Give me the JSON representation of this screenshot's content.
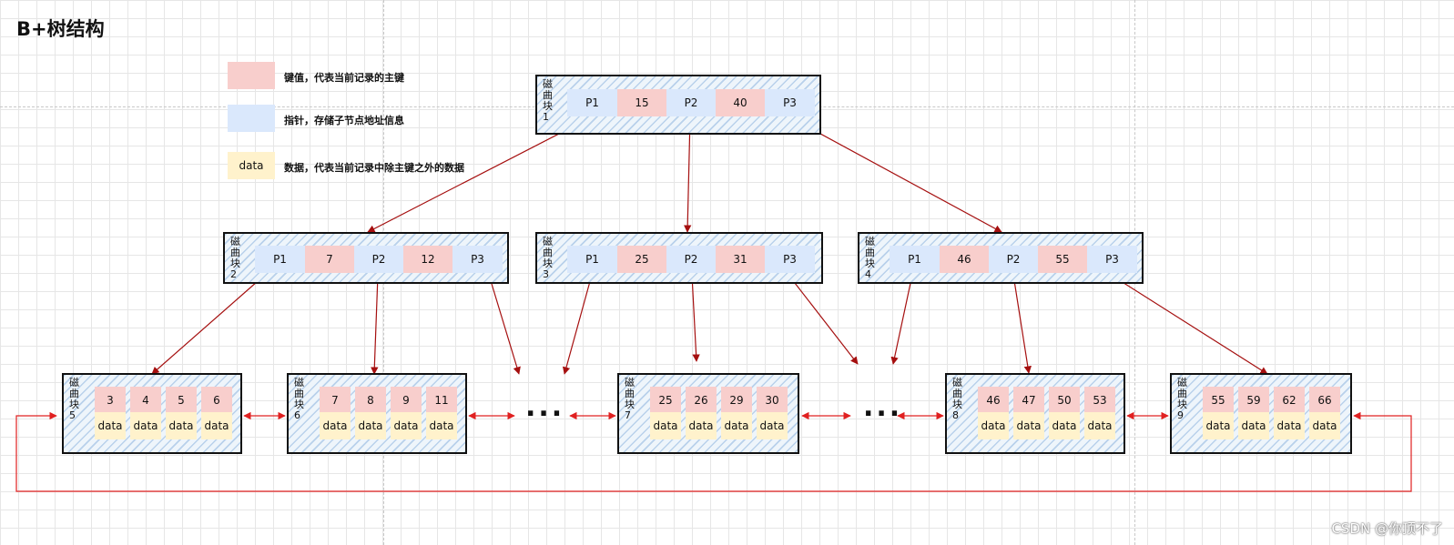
{
  "title": "B+树结构",
  "colors": {
    "key": "#f8cecc",
    "pointer": "#dae8fc",
    "data": "#fff2cc",
    "tree_arrow": "#a50f0f",
    "link_arrow": "#e02020",
    "border": "#111111"
  },
  "legend": [
    {
      "swatch_label": "",
      "text": "键值，代表当前记录的主键",
      "kind": "key"
    },
    {
      "swatch_label": "",
      "text": "指针，存储子节点地址信息",
      "kind": "pointer"
    },
    {
      "swatch_label": "data",
      "text": "数据，代表当前记录中除主键之外的数据",
      "kind": "data"
    }
  ],
  "nodes": {
    "root": {
      "label": "磁曲块1",
      "cells": [
        "P1",
        "15",
        "P2",
        "40",
        "P3"
      ]
    },
    "internal": [
      {
        "label": "磁曲块2",
        "cells": [
          "P1",
          "7",
          "P2",
          "12",
          "P3"
        ]
      },
      {
        "label": "磁曲块3",
        "cells": [
          "P1",
          "25",
          "P2",
          "31",
          "P3"
        ]
      },
      {
        "label": "磁曲块4",
        "cells": [
          "P1",
          "46",
          "P2",
          "55",
          "P3"
        ]
      }
    ],
    "leaves": [
      {
        "label": "磁曲块5",
        "keys": [
          "3",
          "4",
          "5",
          "6"
        ],
        "data": [
          "data",
          "data",
          "data",
          "data"
        ]
      },
      {
        "label": "磁曲块6",
        "keys": [
          "7",
          "8",
          "9",
          "11"
        ],
        "data": [
          "data",
          "data",
          "data",
          "data"
        ]
      },
      {
        "label": "磁曲块7",
        "keys": [
          "25",
          "26",
          "29",
          "30"
        ],
        "data": [
          "data",
          "data",
          "data",
          "data"
        ]
      },
      {
        "label": "磁曲块8",
        "keys": [
          "46",
          "47",
          "50",
          "53"
        ],
        "data": [
          "data",
          "data",
          "data",
          "data"
        ]
      },
      {
        "label": "磁曲块9",
        "keys": [
          "55",
          "59",
          "62",
          "66"
        ],
        "data": [
          "data",
          "data",
          "data",
          "data"
        ]
      }
    ]
  },
  "ellipsis": [
    "...",
    "..."
  ],
  "watermark": "CSDN @你顶不了"
}
